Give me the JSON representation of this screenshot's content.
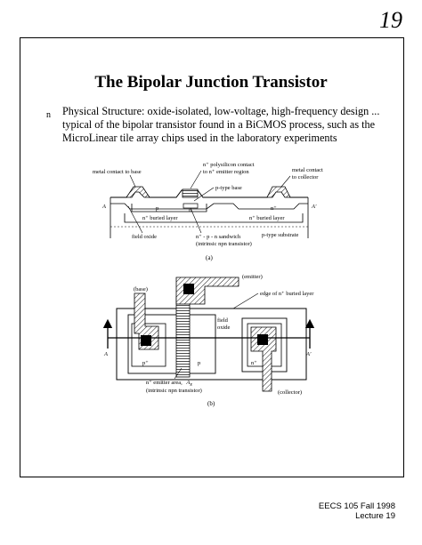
{
  "page_number": "19",
  "title": "The Bipolar Junction Transistor",
  "bullet": {
    "marker": "n",
    "text": "Physical Structure: oxide-isolated, low-voltage, high-frequency design ... typical of the bipolar transistor found in a BiCMOS process, such as the MicroLinear tile array chips used in the laboratory experiments"
  },
  "figure_a": {
    "labels": {
      "metal_base": "metal contact to base",
      "poly_line1": "n⁺ polysilicon contact",
      "poly_line2": "to n⁺ emitter region",
      "ptype_base": "p-type base",
      "metal_collector_line1": "metal contact",
      "metal_collector_line2": "to collector",
      "A": "A",
      "A_prime": "A′",
      "p": "p",
      "n": "n",
      "n_plus": "n⁺",
      "buried_left": "n⁺ buried layer",
      "buried_right": "n⁺ buried layer",
      "field_oxide": "field oxide",
      "sandwich_line1": "n⁺ - p - n sandwich",
      "sandwich_line2": "(intrinsic npn transistor)",
      "substrate": "p-type substrate"
    },
    "caption": "(a)"
  },
  "figure_b": {
    "labels": {
      "emitter": "(emitter)",
      "base": "(base)",
      "buried_edge": "edge of n⁺ buried layer",
      "field_oxide_line1": "field",
      "field_oxide_line2": "oxide",
      "A": "A",
      "A_prime": "A′",
      "p_plus": "p⁺",
      "p": "p",
      "n_plus": "n⁺",
      "emitter_area_line1": "n⁺ emitter area,",
      "emitter_area_symbol": "A",
      "emitter_area_subscript": "E",
      "emitter_area_line2": "(intrinsic npn transistor)",
      "collector": "(collector)"
    },
    "caption": "(b)"
  },
  "footer": {
    "line1": "EECS 105 Fall 1998",
    "line2": "Lecture 19"
  }
}
